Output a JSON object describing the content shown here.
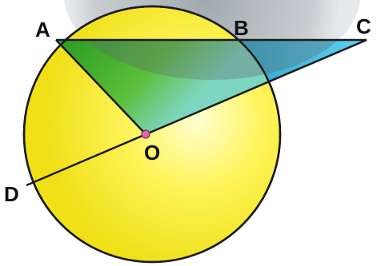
{
  "labels": {
    "A": "A",
    "B": "B",
    "C": "C",
    "D": "D",
    "O": "O"
  },
  "colors": {
    "circle_fill_light": "#ffffc0",
    "circle_fill_dark": "#f0e41a",
    "circle_stroke": "#1a1a1a",
    "triangle_green": "#3fae2a",
    "triangle_cyan": "#49c2ea",
    "shadow_gray": "#8e9aa0",
    "center_dot": "#e066b0",
    "line": "#1a1a1a"
  },
  "icons": {
    "center_point": "filled-circle"
  }
}
